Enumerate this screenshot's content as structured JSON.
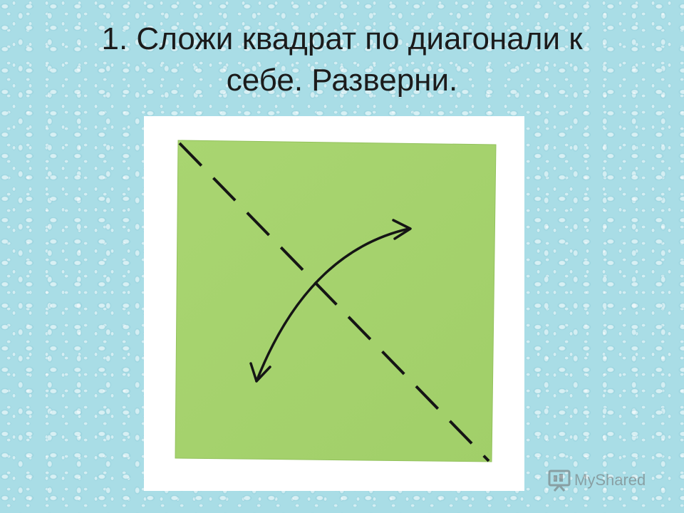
{
  "slide": {
    "title_line1": "1. Сложи квадрат по диагонали к",
    "title_line2": "себе. Разверни."
  },
  "illustration": {
    "paper_color": "#a6d36e",
    "line_color": "#151515"
  },
  "watermark": {
    "text": "MyShared"
  }
}
